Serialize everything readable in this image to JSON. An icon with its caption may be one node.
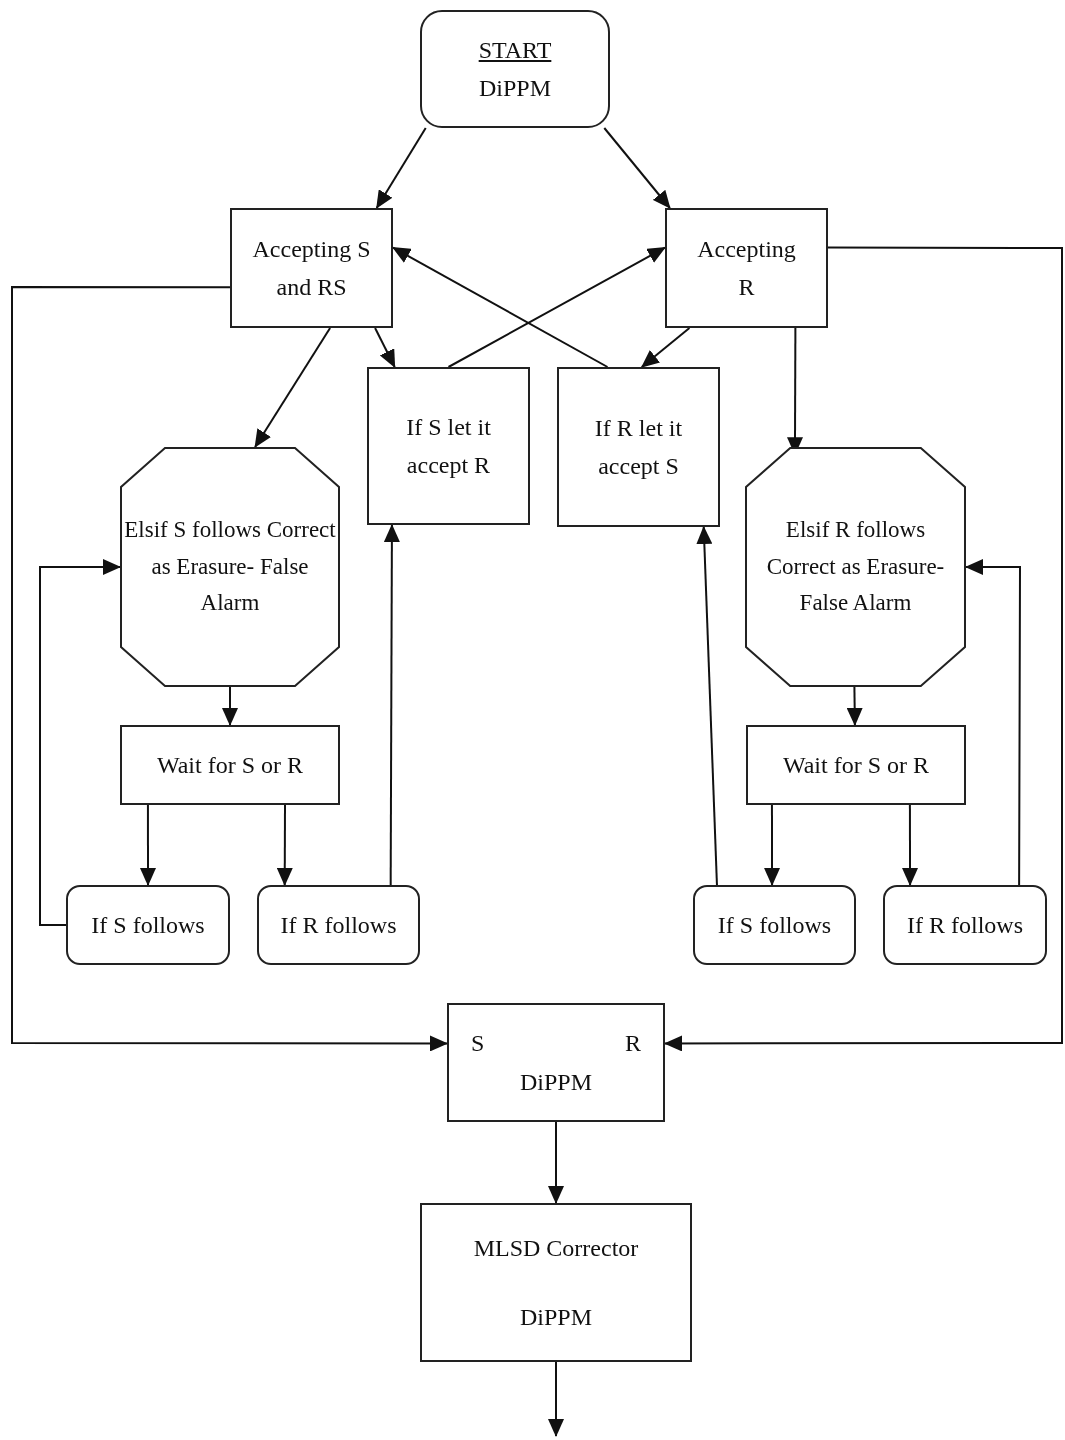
{
  "diagram": {
    "nodes": [
      {
        "text": [
          "START",
          "DiPPM"
        ]
      },
      {
        "text": [
          "Accepting S and RS"
        ]
      },
      {
        "text": [
          "Accepting R"
        ]
      },
      {
        "text": [
          "If S let it accept R"
        ]
      },
      {
        "text": [
          "If R let it accept S"
        ]
      },
      {
        "text": [
          "Elsif S follows Correct as Erasure- False Alarm"
        ]
      },
      {
        "text": [
          "Elsif R follows Correct as Erasure- False Alarm"
        ]
      },
      {
        "text": [
          "Wait for S or R"
        ]
      },
      {
        "text": [
          "Wait for S or R"
        ]
      },
      {
        "text": [
          "If S follows"
        ]
      },
      {
        "text": [
          "If R follows"
        ]
      },
      {
        "text": [
          "If S follows"
        ]
      },
      {
        "text": [
          "If R follows"
        ]
      },
      {
        "text": [
          "S",
          "R",
          "DiPPM"
        ]
      },
      {
        "text": [
          "MLSD Corrector",
          "DiPPM"
        ]
      }
    ],
    "edges": [
      {
        "from": 0,
        "to": 1,
        "arrow": "to"
      },
      {
        "from": 0,
        "to": 2,
        "arrow": "to"
      },
      {
        "from": 1,
        "to": 3,
        "arrow": "to"
      },
      {
        "from": 2,
        "to": 4,
        "arrow": "to"
      },
      {
        "from": 3,
        "to": 2,
        "arrow": "to"
      },
      {
        "from": 4,
        "to": 1,
        "arrow": "to"
      },
      {
        "from": 1,
        "to": 5,
        "arrow": "to"
      },
      {
        "from": 2,
        "to": 6,
        "arrow": "to"
      },
      {
        "from": 5,
        "to": 7,
        "arrow": "to"
      },
      {
        "from": 6,
        "to": 8,
        "arrow": "to"
      },
      {
        "from": 7,
        "to": 9,
        "arrow": "to"
      },
      {
        "from": 7,
        "to": 10,
        "arrow": "to"
      },
      {
        "from": 8,
        "to": 11,
        "arrow": "to"
      },
      {
        "from": 8,
        "to": 12,
        "arrow": "to"
      },
      {
        "from": 9,
        "to": 5,
        "arrow": "to"
      },
      {
        "from": 10,
        "to": 3,
        "arrow": "to"
      },
      {
        "from": 11,
        "to": 4,
        "arrow": "to"
      },
      {
        "from": 12,
        "to": 6,
        "arrow": "to"
      },
      {
        "from": 1,
        "to": 13,
        "arrow": "to"
      },
      {
        "from": 2,
        "to": 13,
        "arrow": "to"
      },
      {
        "from": 13,
        "to": 14,
        "arrow": "to"
      },
      {
        "from": 14,
        "to": null,
        "arrow": "to"
      }
    ]
  }
}
